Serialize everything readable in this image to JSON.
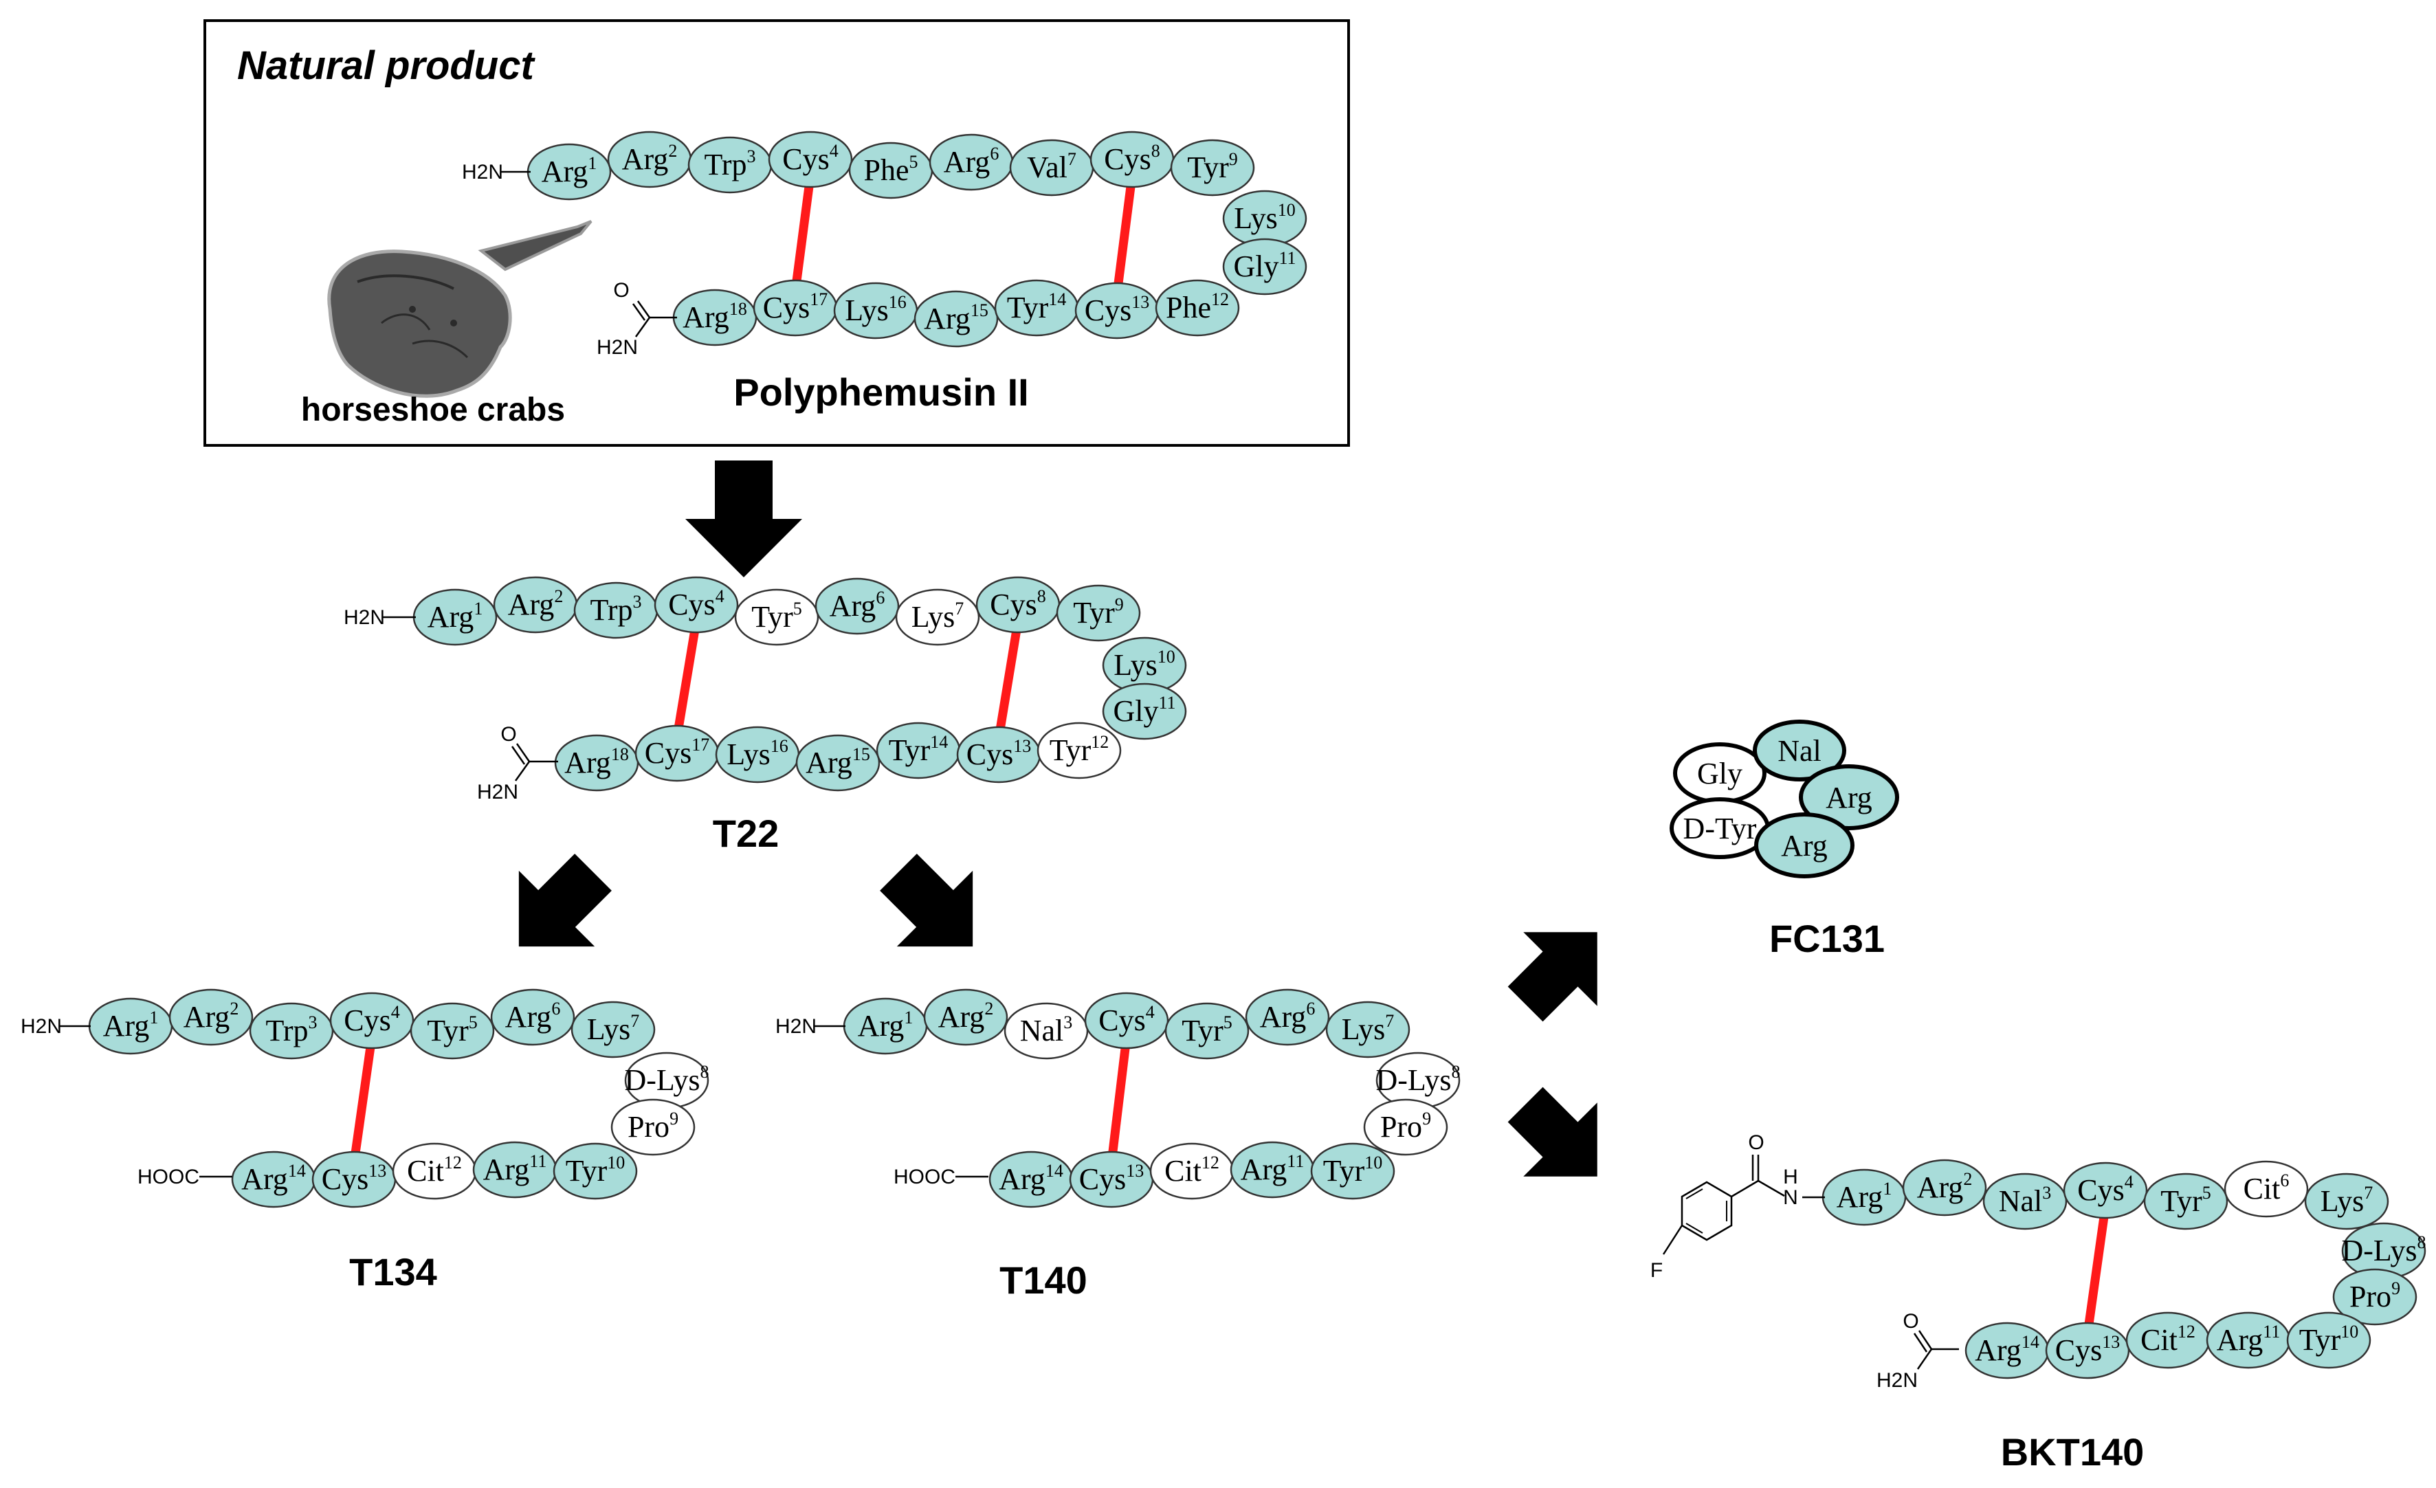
{
  "colors": {
    "residue_fill": "#a8dcd9",
    "modified_fill": "#ffffff",
    "stroke": "#333333",
    "disulfide": "#ff1a1a",
    "arrow": "#000000"
  },
  "box": {
    "heading": "Natural product",
    "organism_label": "horseshoe crabs",
    "compound_label": "Polyphemusin II"
  },
  "labels": {
    "t22": "T22",
    "t134": "T134",
    "t140": "T140",
    "fc131": "FC131",
    "bkt140": "BKT140"
  },
  "terminal_groups": {
    "amine": "H2N",
    "acid": "HOOC",
    "amide_nh": "N",
    "amide_h": "H",
    "fluoro": "F",
    "carbonyl_o": "O"
  },
  "peptides": {
    "polyphemusin": {
      "top": [
        [
          "Arg",
          "1",
          0
        ],
        [
          "Arg",
          "2",
          0
        ],
        [
          "Trp",
          "3",
          0
        ],
        [
          "Cys",
          "4",
          0
        ],
        [
          "Phe",
          "5",
          0
        ],
        [
          "Arg",
          "6",
          0
        ],
        [
          "Val",
          "7",
          0
        ],
        [
          "Cys",
          "8",
          0
        ],
        [
          "Tyr",
          "9",
          0
        ]
      ],
      "turn": [
        [
          "Lys",
          "10",
          0
        ],
        [
          "Gly",
          "11",
          0
        ]
      ],
      "bottom": [
        [
          "Arg",
          "18",
          0
        ],
        [
          "Cys",
          "17",
          0
        ],
        [
          "Lys",
          "16",
          0
        ],
        [
          "Arg",
          "15",
          0
        ],
        [
          "Tyr",
          "14",
          0
        ],
        [
          "Cys",
          "13",
          0
        ],
        [
          "Phe",
          "12",
          0
        ]
      ]
    },
    "t22": {
      "top": [
        [
          "Arg",
          "1",
          0
        ],
        [
          "Arg",
          "2",
          0
        ],
        [
          "Trp",
          "3",
          0
        ],
        [
          "Cys",
          "4",
          0
        ],
        [
          "Tyr",
          "5",
          1
        ],
        [
          "Arg",
          "6",
          0
        ],
        [
          "Lys",
          "7",
          1
        ],
        [
          "Cys",
          "8",
          0
        ],
        [
          "Tyr",
          "9",
          0
        ]
      ],
      "turn": [
        [
          "Lys",
          "10",
          0
        ],
        [
          "Gly",
          "11",
          0
        ]
      ],
      "bottom": [
        [
          "Arg",
          "18",
          0
        ],
        [
          "Cys",
          "17",
          0
        ],
        [
          "Lys",
          "16",
          0
        ],
        [
          "Arg",
          "15",
          0
        ],
        [
          "Tyr",
          "14",
          0
        ],
        [
          "Cys",
          "13",
          0
        ],
        [
          "Tyr",
          "12",
          1
        ]
      ]
    },
    "t134": {
      "top": [
        [
          "Arg",
          "1",
          0
        ],
        [
          "Arg",
          "2",
          0
        ],
        [
          "Trp",
          "3",
          0
        ],
        [
          "Cys",
          "4",
          0
        ],
        [
          "Tyr",
          "5",
          0
        ],
        [
          "Arg",
          "6",
          0
        ],
        [
          "Lys",
          "7",
          0
        ]
      ],
      "turn": [
        [
          "D-Lys",
          "8",
          1
        ],
        [
          "Pro",
          "9",
          1
        ]
      ],
      "bottom": [
        [
          "Arg",
          "14",
          0
        ],
        [
          "Cys",
          "13",
          0
        ],
        [
          "Cit",
          "12",
          1
        ],
        [
          "Arg",
          "11",
          0
        ],
        [
          "Tyr",
          "10",
          0
        ]
      ]
    },
    "t140": {
      "top": [
        [
          "Arg",
          "1",
          0
        ],
        [
          "Arg",
          "2",
          0
        ],
        [
          "Nal",
          "3",
          1
        ],
        [
          "Cys",
          "4",
          0
        ],
        [
          "Tyr",
          "5",
          0
        ],
        [
          "Arg",
          "6",
          0
        ],
        [
          "Lys",
          "7",
          0
        ]
      ],
      "turn": [
        [
          "D-Lys",
          "8",
          1
        ],
        [
          "Pro",
          "9",
          1
        ]
      ],
      "bottom": [
        [
          "Arg",
          "14",
          0
        ],
        [
          "Cys",
          "13",
          0
        ],
        [
          "Cit",
          "12",
          1
        ],
        [
          "Arg",
          "11",
          0
        ],
        [
          "Tyr",
          "10",
          0
        ]
      ]
    },
    "bkt140": {
      "top": [
        [
          "Arg",
          "1",
          0
        ],
        [
          "Arg",
          "2",
          0
        ],
        [
          "Nal",
          "3",
          0
        ],
        [
          "Cys",
          "4",
          0
        ],
        [
          "Tyr",
          "5",
          0
        ],
        [
          "Cit",
          "6",
          1
        ],
        [
          "Lys",
          "7",
          0
        ]
      ],
      "turn": [
        [
          "D-Lys",
          "8",
          0
        ],
        [
          "Pro",
          "9",
          0
        ]
      ],
      "bottom": [
        [
          "Arg",
          "14",
          0
        ],
        [
          "Cys",
          "13",
          0
        ],
        [
          "Cit",
          "12",
          0
        ],
        [
          "Arg",
          "11",
          0
        ],
        [
          "Tyr",
          "10",
          0
        ]
      ]
    },
    "fc131": [
      [
        "Gly",
        1
      ],
      [
        "Nal",
        0
      ],
      [
        "Arg",
        0
      ],
      [
        "D-Tyr",
        1
      ],
      [
        "Arg",
        0
      ]
    ]
  }
}
